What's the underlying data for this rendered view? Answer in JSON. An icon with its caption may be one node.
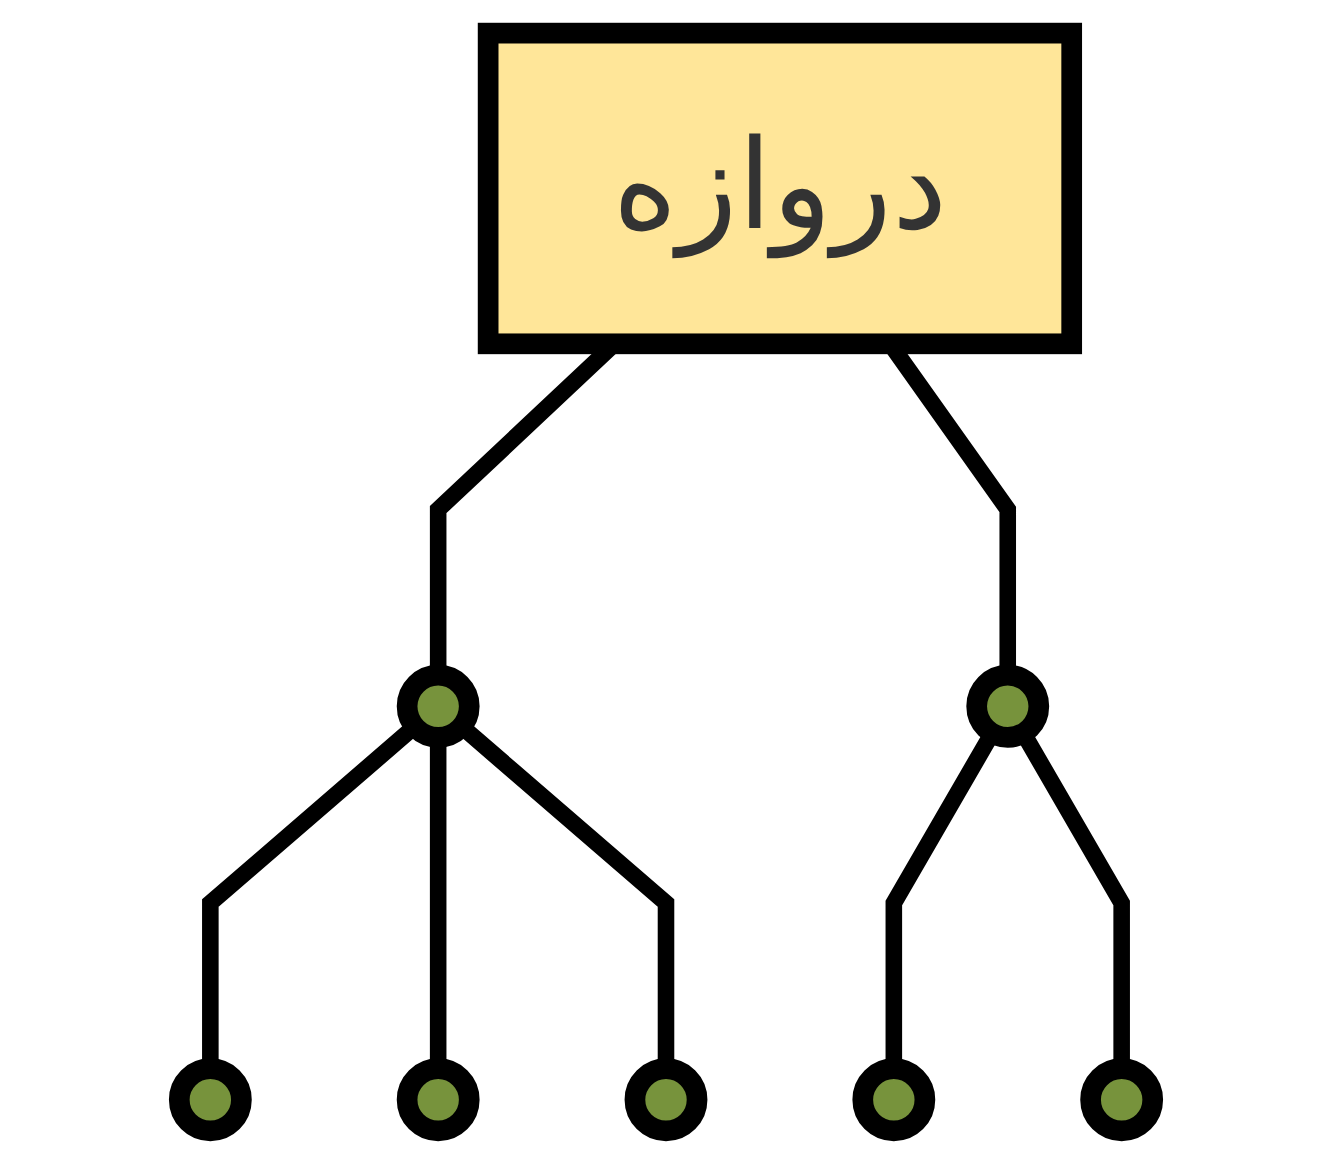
{
  "diagram": {
    "nodes": [
      {
        "text": [
          "دروازه"
        ]
      },
      {
        "text": [],
        "shape": "circle"
      },
      {
        "text": [],
        "shape": "circle"
      },
      {
        "text": [],
        "shape": "circle"
      },
      {
        "text": [],
        "shape": "circle"
      },
      {
        "text": [],
        "shape": "circle"
      },
      {
        "text": [],
        "shape": "circle"
      },
      {
        "text": [],
        "shape": "circle"
      }
    ],
    "edges": [
      {
        "from": 0,
        "to": 1,
        "arrow": "none"
      },
      {
        "from": 0,
        "to": 2,
        "arrow": "none"
      },
      {
        "from": 1,
        "to": 3,
        "arrow": "none"
      },
      {
        "from": 1,
        "to": 4,
        "arrow": "none"
      },
      {
        "from": 1,
        "to": 5,
        "arrow": "none"
      },
      {
        "from": 2,
        "to": 6,
        "arrow": "none"
      },
      {
        "from": 2,
        "to": 7,
        "arrow": "none"
      }
    ]
  }
}
